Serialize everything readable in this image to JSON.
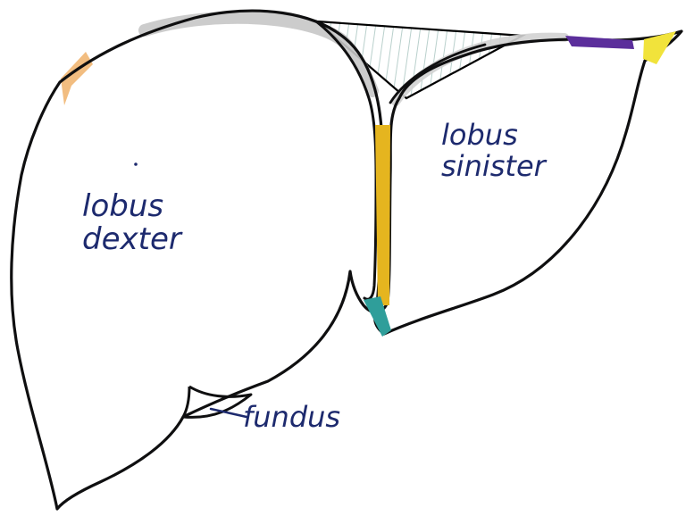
{
  "labels": {
    "right_lobe_line1": "lobus",
    "right_lobe_line2": "dexter",
    "left_lobe_line1": "lobus",
    "left_lobe_line2": "sinister",
    "fundus": "fundus"
  },
  "colors": {
    "outline": "#0f0f10",
    "ink": "#1d2a6e",
    "yellow": "#e5b51f",
    "bright_yellow": "#f1e33b",
    "teal": "#2f9e9a",
    "purple": "#5b2e9b",
    "orange": "#f0b26a",
    "grey": "#c7c7c7",
    "hatch": "#a7c5bf"
  },
  "icons": {
    "liver": "liver-diagram"
  }
}
